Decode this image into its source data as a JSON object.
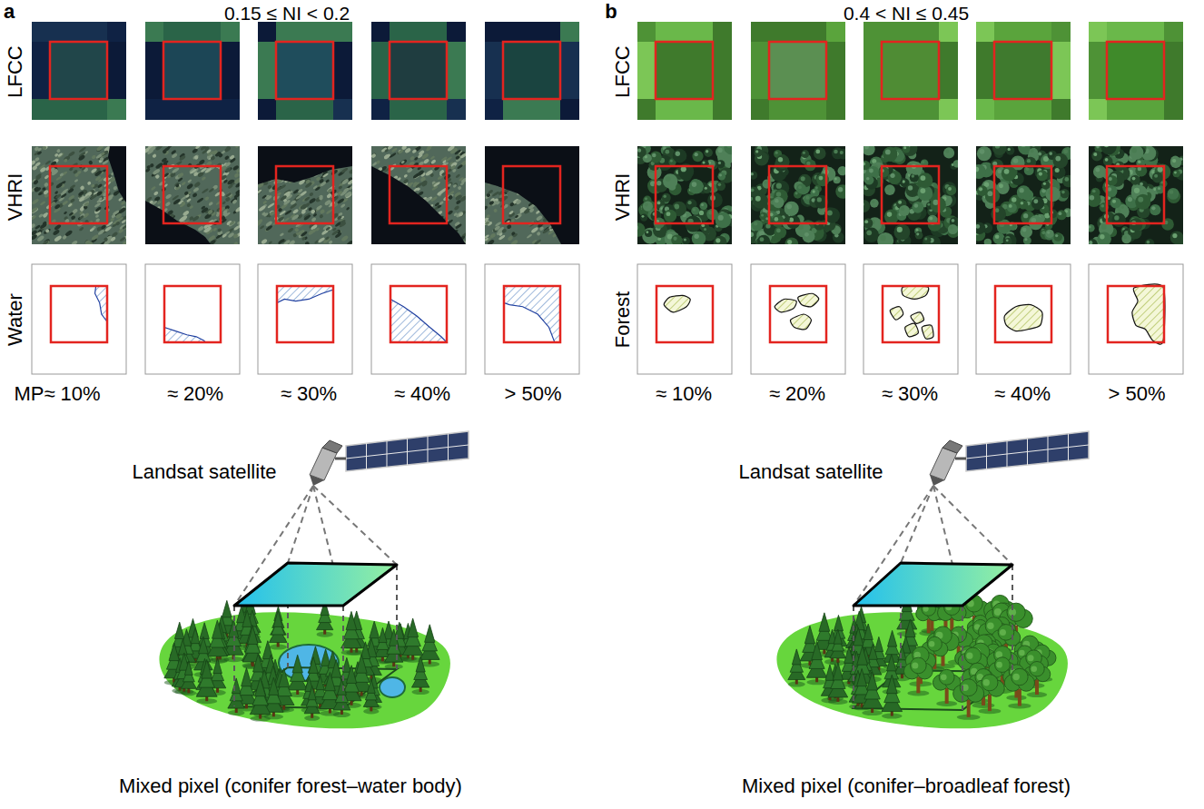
{
  "diagram": {
    "labels": [
      "a",
      "0.15 ≤ NI < 0.2",
      "LFCC",
      "VHRI",
      "Water",
      "MP≈ 10%",
      "≈ 20%",
      "≈ 30%",
      "≈ 40%",
      "> 50%",
      "b",
      "0.4 < NI ≤ 0.45",
      "LFCC",
      "VHRI",
      "Forest",
      "≈ 10%",
      "≈ 20%",
      "≈ 30%",
      "≈ 40%",
      "> 50%",
      "Landsat satellite",
      "Mixed pixel (conifer forest–water body)",
      "Landsat satellite",
      "Mixed pixel (conifer–broadleaf forest)"
    ]
  }
}
